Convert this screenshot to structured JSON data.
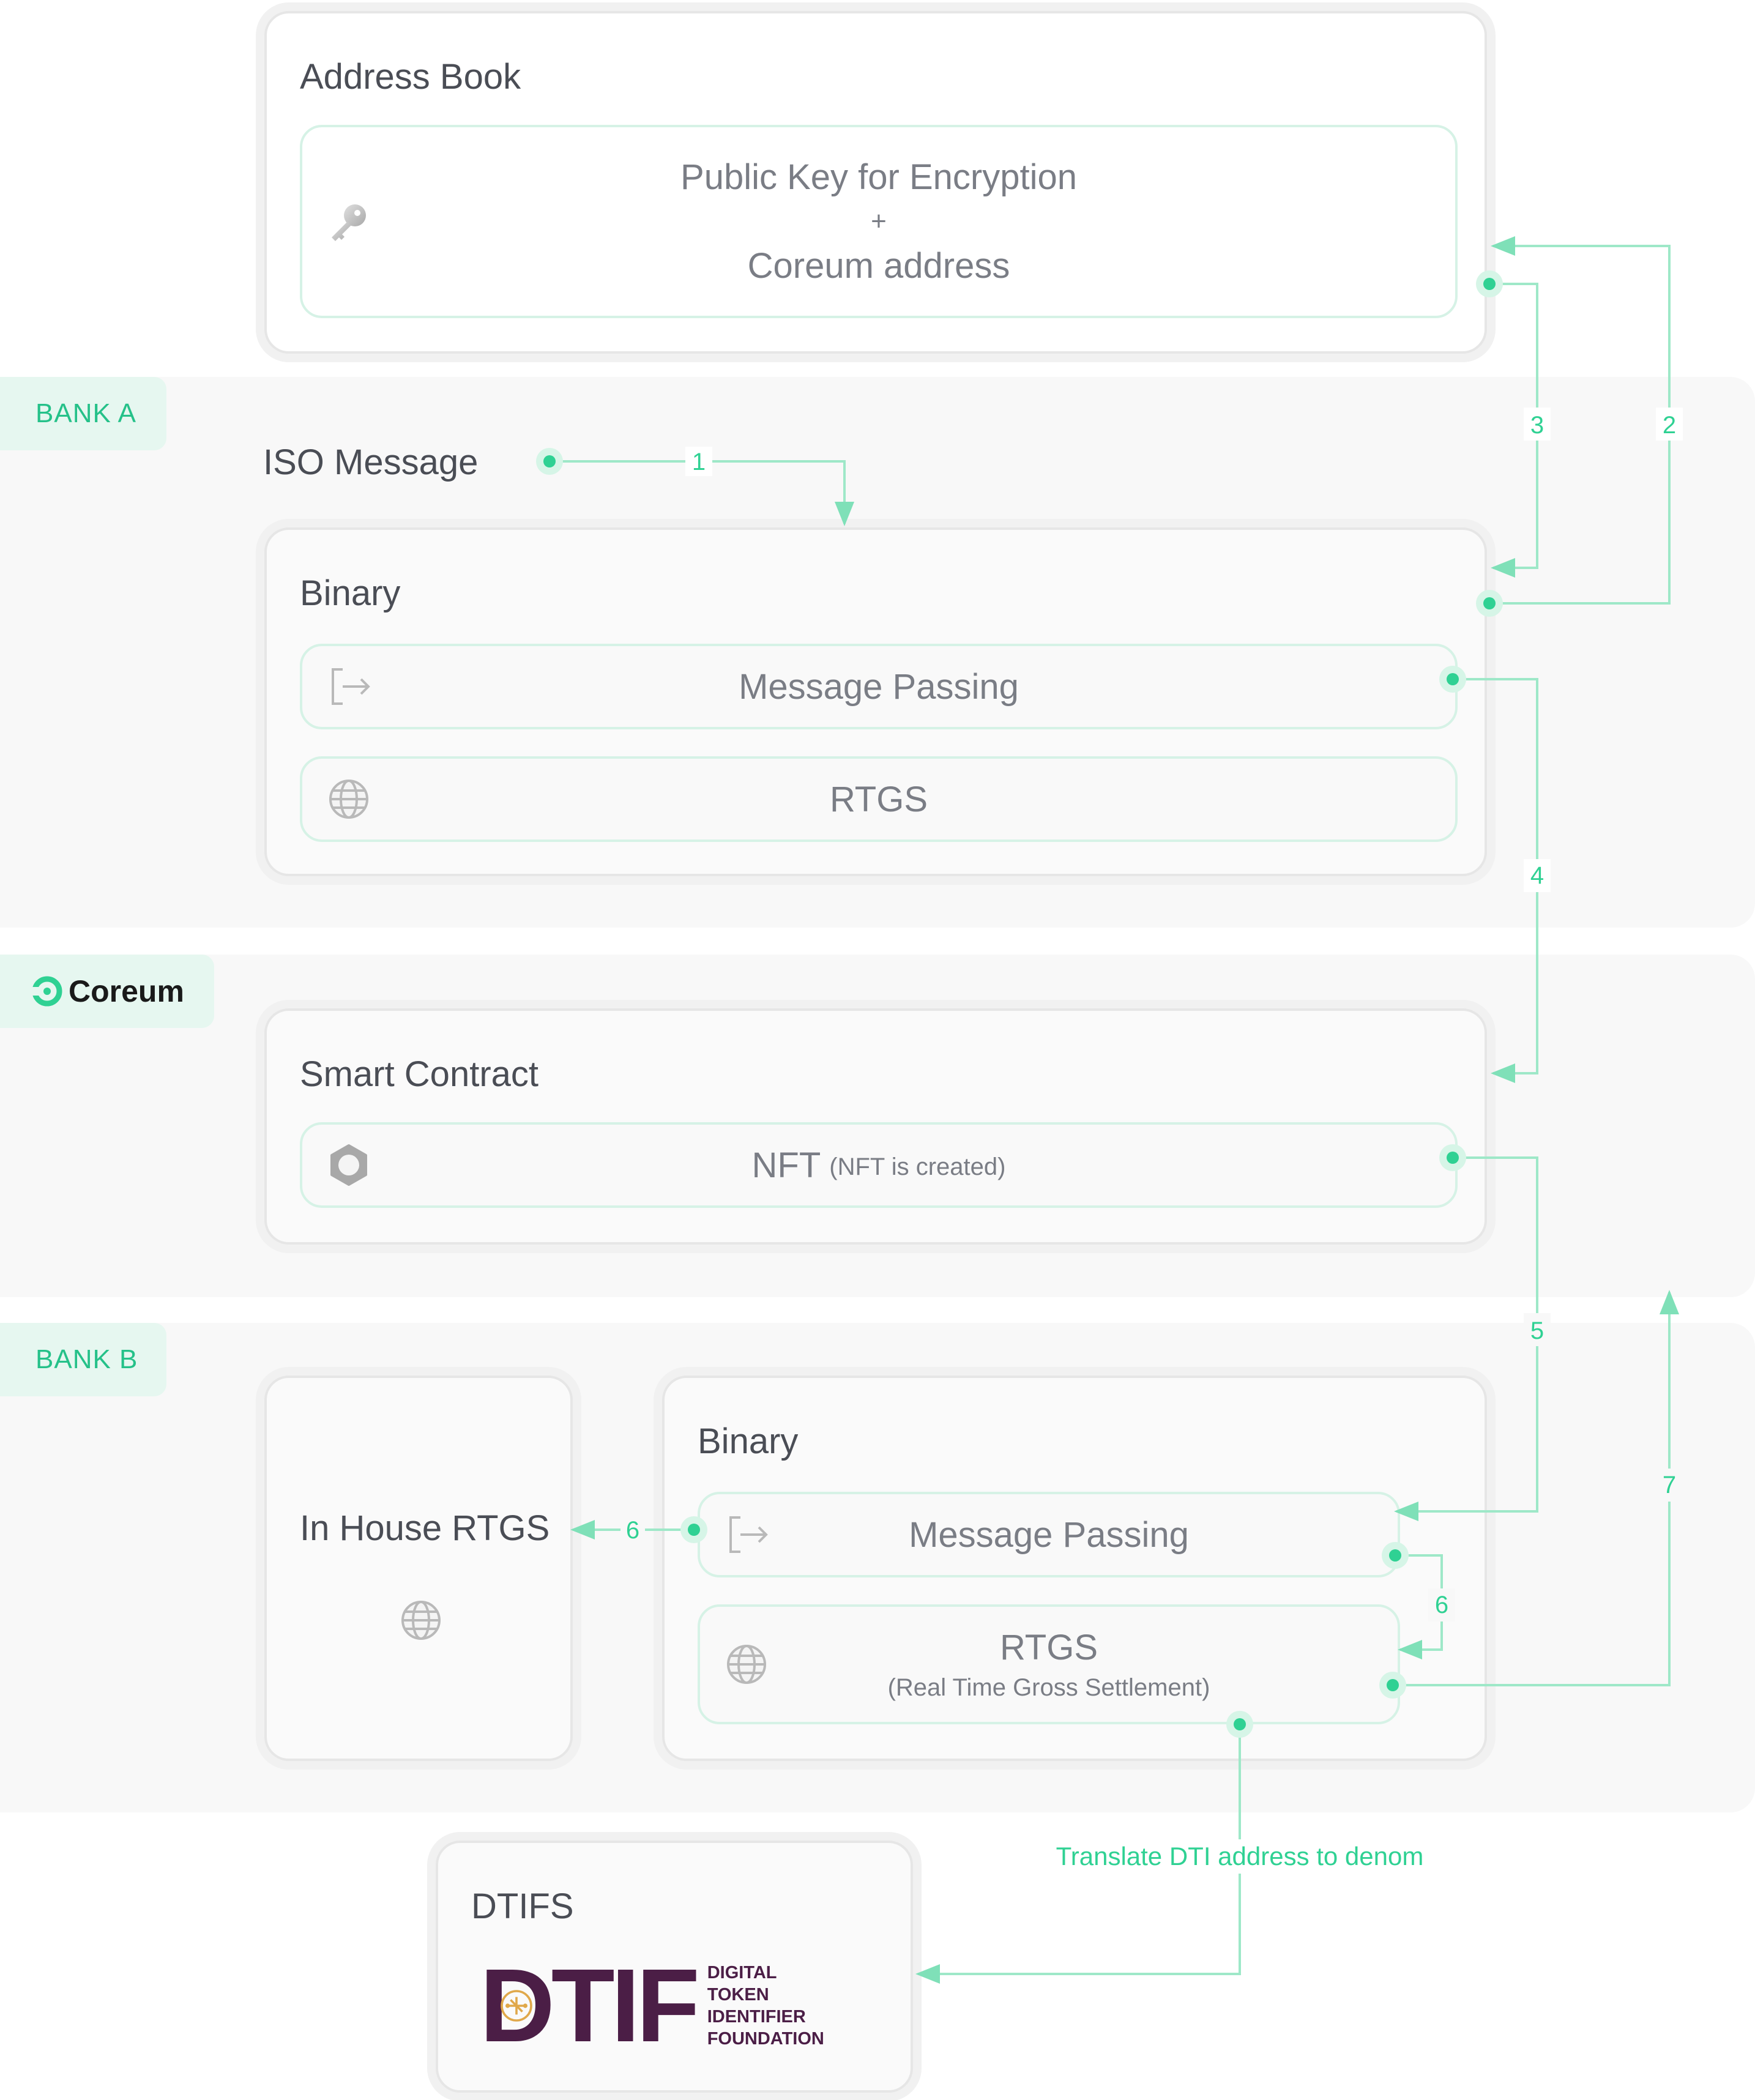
{
  "address_book": {
    "title": "Address Book",
    "line1": "Public Key for Encryption",
    "line2": "+",
    "line3": "Coreum address",
    "icon": "key-icon"
  },
  "bank_a": {
    "tag": "BANK A",
    "iso_message": "ISO Message",
    "binary_title": "Binary",
    "message_passing": "Message Passing",
    "rtgs": "RTGS"
  },
  "coreum": {
    "tag": "Coreum",
    "smart_contract_title": "Smart Contract",
    "nft": "NFT",
    "nft_note": "(NFT is created)"
  },
  "bank_b": {
    "tag": "BANK B",
    "in_house_rtgs": "In House RTGS",
    "binary_title": "Binary",
    "message_passing": "Message Passing",
    "rtgs": "RTGS",
    "rtgs_sub": "(Real Time Gross Settlement)"
  },
  "dtifs": {
    "title": "DTIFS",
    "logo_text": "DTIF",
    "logo_lines": [
      "DIGITAL",
      "TOKEN",
      "IDENTIFIER",
      "FOUNDATION"
    ]
  },
  "connectors": {
    "step1": "1",
    "step2": "2",
    "step3": "3",
    "step4": "4",
    "step5": "5",
    "step6a": "6",
    "step6b": "6",
    "step7": "7",
    "translate": "Translate DTI address to denom"
  },
  "colors": {
    "accent": "#2fd193",
    "tag_bg": "#e6f7f0",
    "zone_bg": "#f8f8f8",
    "logo_purple": "#4b1e46"
  }
}
